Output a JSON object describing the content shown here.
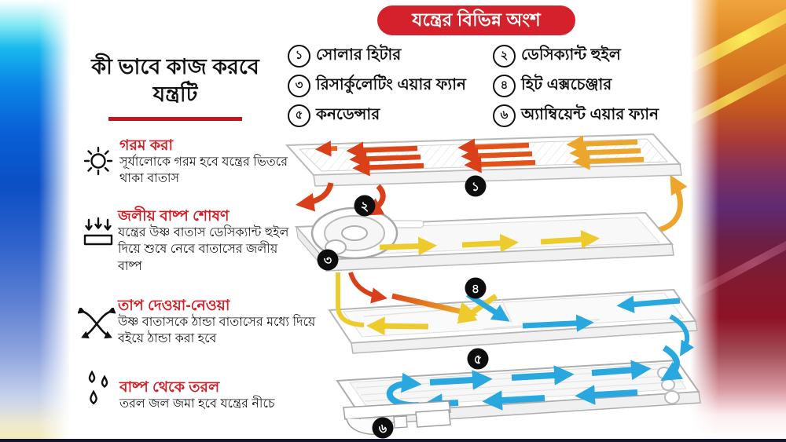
{
  "header": {
    "badge_title": "যন্ত্রের বিভিন্ন অংশ"
  },
  "how": {
    "title": "কী ভাবে কাজ করবে যন্ত্রটি",
    "steps": [
      {
        "icon": "sun-icon",
        "title": "গরম করা",
        "body": "সূর্যালোকে গরম হবে যন্ত্রের ভিতরে থাকা বাতাস"
      },
      {
        "icon": "vapor-absorb-icon",
        "title": "জলীয় বাষ্প শোষণ",
        "body": "যন্ত্রের উষ্ণ বাতাস ডেসিক্যান্ট হুইল দিয়ে শুষে নেবে বাতাসের জলীয় বাষ্প"
      },
      {
        "icon": "heat-exchange-icon",
        "title": "তাপ দেওয়া-নেওয়া",
        "body": "উষ্ণ বাতাসকে ঠান্ডা বাতাসের মধ্যে দিয়ে বইয়ে ঠান্ডা করা হবে"
      },
      {
        "icon": "droplets-icon",
        "title": "বাষ্প থেকে তরল",
        "body": "তরল জল জমা হবে যন্ত্রের নীচে"
      }
    ]
  },
  "parts": [
    {
      "num": "১",
      "label": "সোলার হিটার"
    },
    {
      "num": "২",
      "label": "ডেসিক্যান্ট হুইল"
    },
    {
      "num": "৩",
      "label": "রিসার্কুলেটিং এয়ার ফ্যান"
    },
    {
      "num": "৪",
      "label": "হিট এক্সচেঞ্জার"
    },
    {
      "num": "৫",
      "label": "কনডেন্সার"
    },
    {
      "num": "৬",
      "label": "অ্যাম্বিয়েন্ট এয়ার ফ্যান"
    }
  ],
  "diagram": {
    "badges": [
      "১",
      "২",
      "৩",
      "৪",
      "৫",
      "৬"
    ],
    "layers": [
      "solar-heater-panel",
      "desiccant-wheel-tray",
      "heat-exchanger-tray",
      "condenser-tray"
    ],
    "flow_colors": {
      "hot": "#dd4517",
      "warm": "#eda62c",
      "dry_warm": "#eecb2d",
      "cool": "#29a8e0"
    }
  },
  "colors": {
    "accent_red": "#d4212b",
    "heading_red": "#cf1f27",
    "underline_red": "#c6151b"
  }
}
